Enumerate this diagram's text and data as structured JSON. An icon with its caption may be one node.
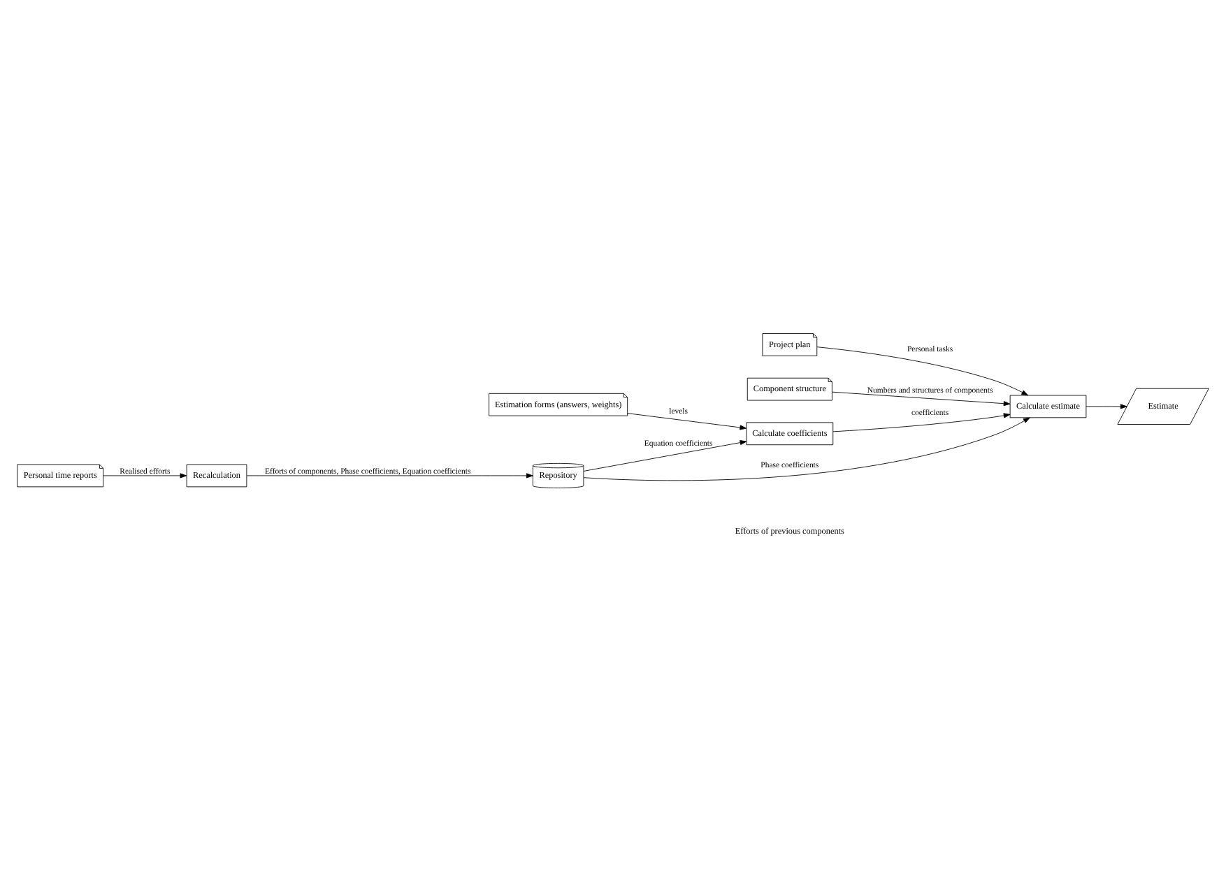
{
  "diagram": {
    "nodes": [
      {
        "text": [
          "Project plan"
        ]
      },
      {
        "text": [
          "Component structure"
        ]
      },
      {
        "text": [
          "Estimation forms (answers, weights)"
        ]
      },
      {
        "text": [
          "Calculate coefficients"
        ]
      },
      {
        "text": [
          "Calculate estimate"
        ]
      },
      {
        "text": [
          "Estimate"
        ]
      },
      {
        "text": [
          "Repository"
        ]
      },
      {
        "text": [
          "Personal time reports"
        ]
      },
      {
        "text": [
          "Recalculation"
        ]
      }
    ],
    "edges": [
      {
        "from": 2,
        "to": 3,
        "arrow": "to",
        "label": "levels"
      },
      {
        "from": 3,
        "to": 4,
        "arrow": "to",
        "label": "coefficients"
      },
      {
        "from": 0,
        "to": 4,
        "arrow": "to",
        "label": "Personal tasks"
      },
      {
        "from": 1,
        "to": 4,
        "arrow": "to",
        "label": "Numbers and structures of components"
      },
      {
        "from": 4,
        "to": 5,
        "arrow": "to"
      },
      {
        "from": 6,
        "to": 3,
        "arrow": "to",
        "label": "Equation coefficients"
      },
      {
        "from": 6,
        "to": 4,
        "arrow": "to",
        "label": "Phase coefficients"
      },
      {
        "from": 8,
        "to": 6,
        "arrow": "to",
        "label": "Efforts of components, Phase coefficients, Equation coefficients"
      },
      {
        "from": 7,
        "to": 8,
        "arrow": "to",
        "label": "Realised efforts"
      }
    ],
    "labels": [
      "Efforts of previous components"
    ]
  }
}
